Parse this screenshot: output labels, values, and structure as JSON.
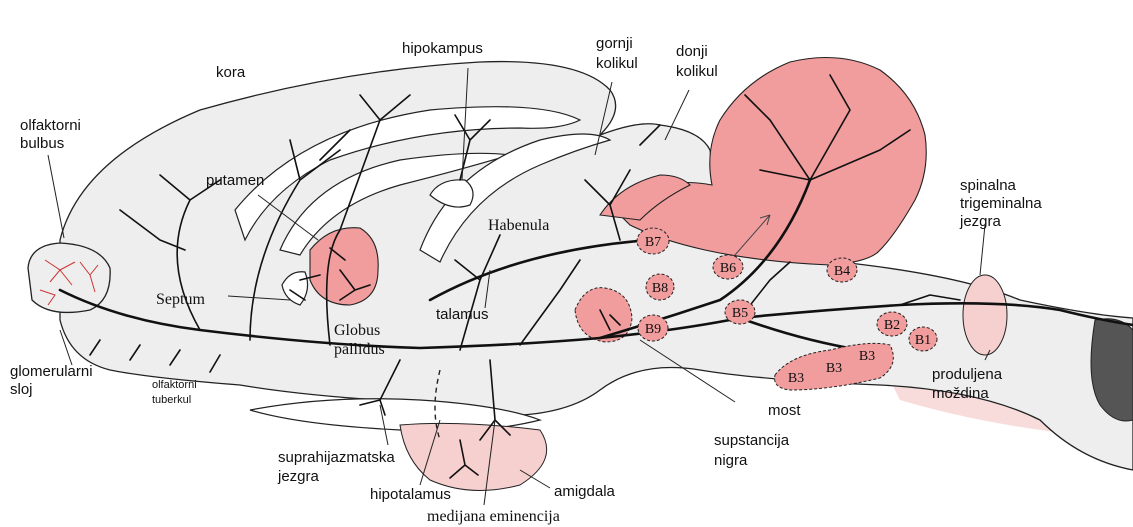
{
  "labels": {
    "olfaktorni_bulbus_1": "olfaktorni",
    "olfaktorni_bulbus_2": "bulbus",
    "kora": "kora",
    "hipokampus": "hipokampus",
    "gornji_kolikul_1": "gornji",
    "gornji_kolikul_2": "kolikul",
    "donji_kolikul_1": "donji",
    "donji_kolikul_2": "kolikul",
    "putamen": "putamen",
    "habenula": "Habenula",
    "septum": "Septum",
    "globus_pallidus_1": "Globus",
    "globus_pallidus_2": "pallidus",
    "talamus": "talamus",
    "glomerularni_sloj_1": "glomerularni",
    "glomerularni_sloj_2": "sloj",
    "olfaktorni_tuberkul_1": "olfaktorni",
    "olfaktorni_tuberkul_2": "tuberkul",
    "suprahijazmatska_1": "suprahijazmatska",
    "suprahijazmatska_2": "jezgra",
    "hipotalamus": "hipotalamus",
    "medijana_eminencija": "medijana eminencija",
    "amigdala": "amigdala",
    "supstancija_nigra_1": "supstancija",
    "supstancija_nigra_2": "nigra",
    "most": "most",
    "spinalna_1": "spinalna",
    "spinalna_2": "trigeminalna",
    "spinalna_3": "jezgra",
    "produljena_1": "produljena",
    "produljena_2": "moždina"
  },
  "nuclei": {
    "b7": "B7",
    "b6": "B6",
    "b4": "B4",
    "b8": "B8",
    "b5": "B5",
    "b9": "B9",
    "b2": "B2",
    "b1": "B1",
    "b3a": "B3",
    "b3b": "B3",
    "b3c": "B3"
  },
  "colors": {
    "pink": "#f29d9d",
    "tissue": "#eeeeee",
    "brainstem_dark": "#555555"
  }
}
